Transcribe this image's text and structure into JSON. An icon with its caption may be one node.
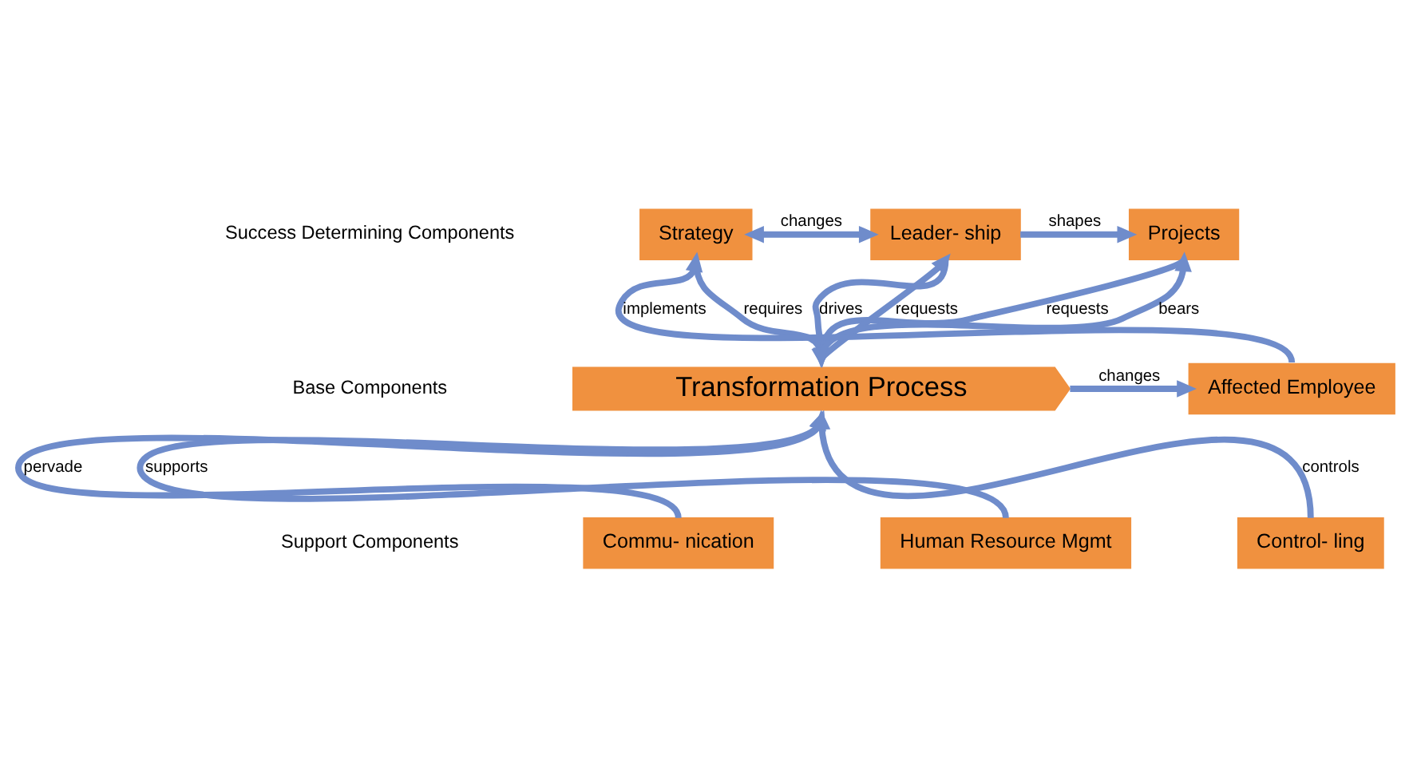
{
  "diagram": {
    "nodes": [
      {
        "text": [
          "Strategy"
        ]
      },
      {
        "text": [
          "Leader- ship"
        ]
      },
      {
        "text": [
          "Projects"
        ]
      },
      {
        "text": [
          "Transformation Process"
        ]
      },
      {
        "text": [
          "Affected Employee"
        ]
      },
      {
        "text": [
          "Commu- nication"
        ]
      },
      {
        "text": [
          "Human Resource Mgmt"
        ]
      },
      {
        "text": [
          "Control- ling"
        ]
      }
    ],
    "edges": [
      {
        "from": 0,
        "to": 1,
        "arrow": "both",
        "label": "changes"
      },
      {
        "from": 1,
        "to": 2,
        "arrow": "to",
        "label": "shapes"
      },
      {
        "from": 0,
        "to": 3,
        "arrow": "to",
        "label": "requires"
      },
      {
        "from": 1,
        "to": 3,
        "arrow": "to",
        "label": "drives"
      },
      {
        "from": 3,
        "to": 1,
        "arrow": "to",
        "label": "requests"
      },
      {
        "from": 2,
        "to": 3,
        "arrow": "to",
        "label": "requests"
      },
      {
        "from": 3,
        "to": 2,
        "arrow": "to",
        "label": "bears"
      },
      {
        "from": 3,
        "to": 4,
        "arrow": "to",
        "label": "changes"
      },
      {
        "from": 4,
        "to": 0,
        "arrow": "to",
        "label": "implements"
      },
      {
        "from": 5,
        "to": 3,
        "arrow": "to",
        "label": "pervade"
      },
      {
        "from": 6,
        "to": 3,
        "arrow": "to",
        "label": "supports"
      },
      {
        "from": 7,
        "to": 3,
        "arrow": "to",
        "label": "controls"
      }
    ],
    "labels": [
      "Success Determining Components",
      "Base Components",
      "Support Components"
    ]
  }
}
